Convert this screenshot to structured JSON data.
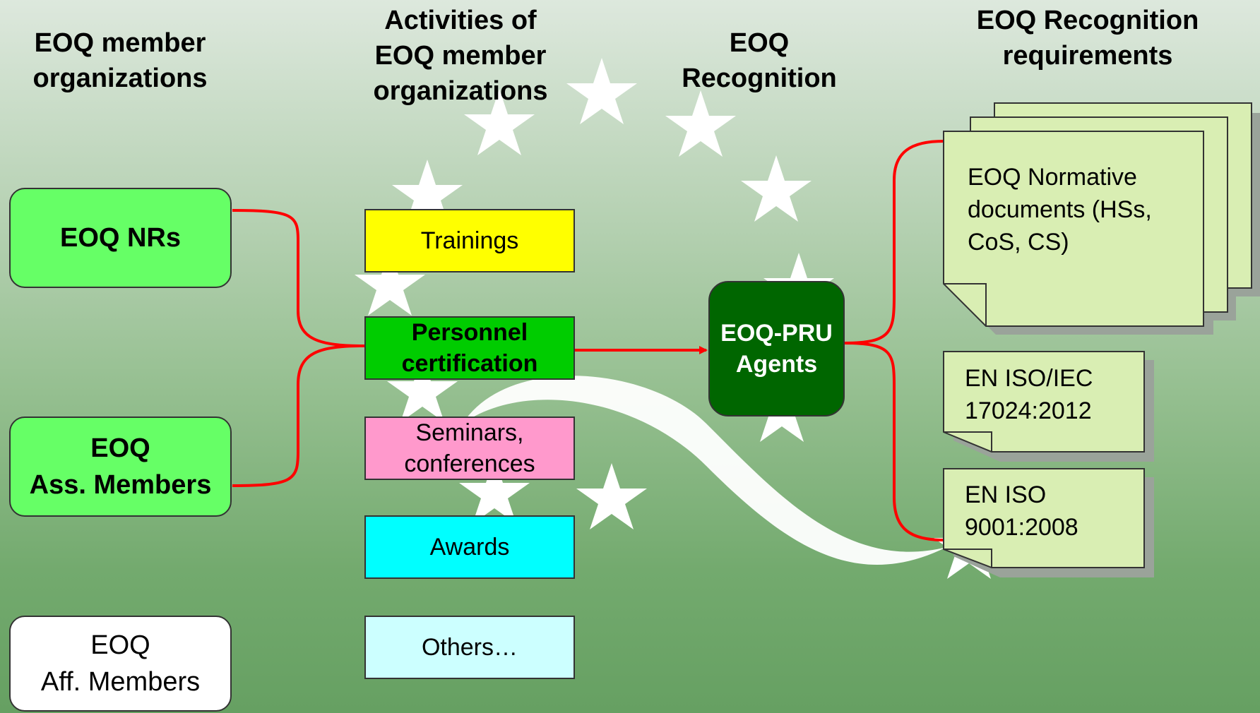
{
  "headings": {
    "member_orgs": "EOQ member\norganizations",
    "activities": "Activities of\nEOQ member\norganizations",
    "recognition": "EOQ\nRecognition",
    "requirements": "EOQ Recognition\nrequirements"
  },
  "members": [
    {
      "label": "EOQ NRs",
      "color": "#66ff66"
    },
    {
      "label": "EOQ\nAss. Members",
      "color": "#66ff66"
    },
    {
      "label": "EOQ\nAff. Members",
      "color": "#ffffff"
    }
  ],
  "activities": [
    {
      "label": "Trainings",
      "color": "#ffff00"
    },
    {
      "label": "Personnel\ncertification",
      "color": "#00cc00"
    },
    {
      "label": "Seminars,\nconferences",
      "color": "#ff99cc"
    },
    {
      "label": "Awards",
      "color": "#00ffff"
    },
    {
      "label": "Others…",
      "color": "#ccffff"
    }
  ],
  "agent": {
    "label": "EOQ-PRU\nAgents",
    "color": "#006600"
  },
  "documents": [
    {
      "label": "EOQ Normative\ndocuments (HSs,\nCoS, CS)"
    },
    {
      "label": "EN ISO/IEC\n17024:2012"
    },
    {
      "label": "EN ISO\n9001:2008"
    }
  ],
  "colors": {
    "connector": "#ff0000",
    "doc_fill": "#d9eeb3",
    "star": "#ffffff"
  }
}
